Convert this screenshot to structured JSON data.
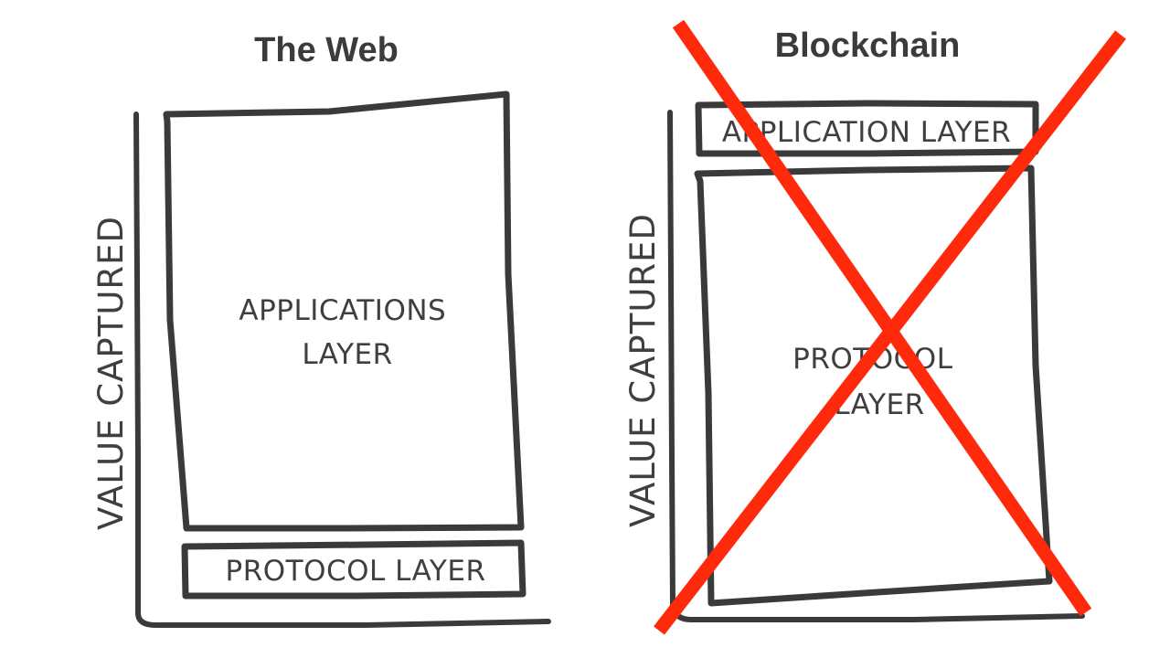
{
  "panels": [
    {
      "title": "The Web",
      "axis_label": "VALUE CAPTURED",
      "top_layer": [
        "APPLICATIONS",
        "LAYER"
      ],
      "bottom_layer": "PROTOCOL LAYER",
      "crossed_out": false
    },
    {
      "title": "Blockchain",
      "axis_label": "VALUE CAPTURED",
      "top_layer": "APPLICATION LAYER",
      "bottom_layer": [
        "PROTOCOL",
        "LAYER"
      ],
      "crossed_out": true
    }
  ],
  "colors": {
    "ink": "#3a3a3a",
    "cross": "#ff2a0c",
    "background": "#ffffff"
  }
}
